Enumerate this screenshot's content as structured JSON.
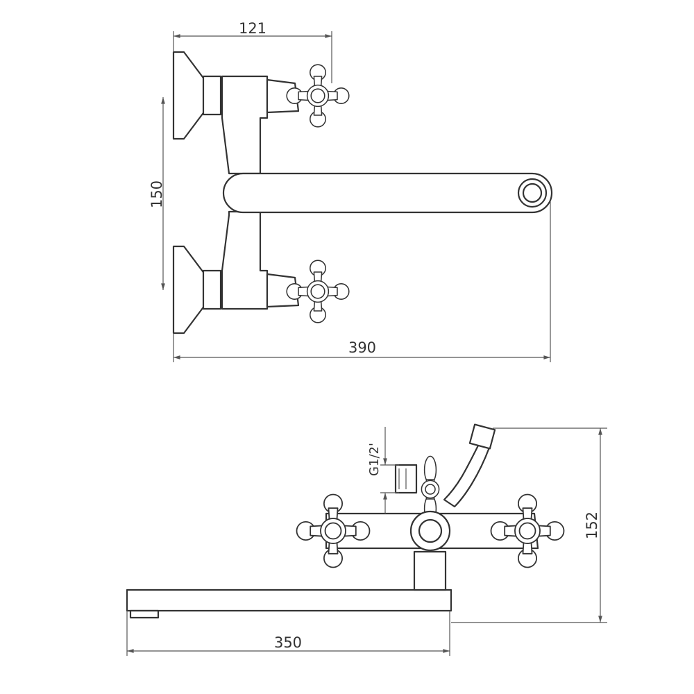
{
  "dimensions": {
    "top_width": "121",
    "top_height": "150",
    "top_length": "390",
    "thread": "G1/2'",
    "side_height": "152",
    "side_length": "350"
  },
  "colors": {
    "line": "#333333",
    "background": "#ffffff"
  }
}
